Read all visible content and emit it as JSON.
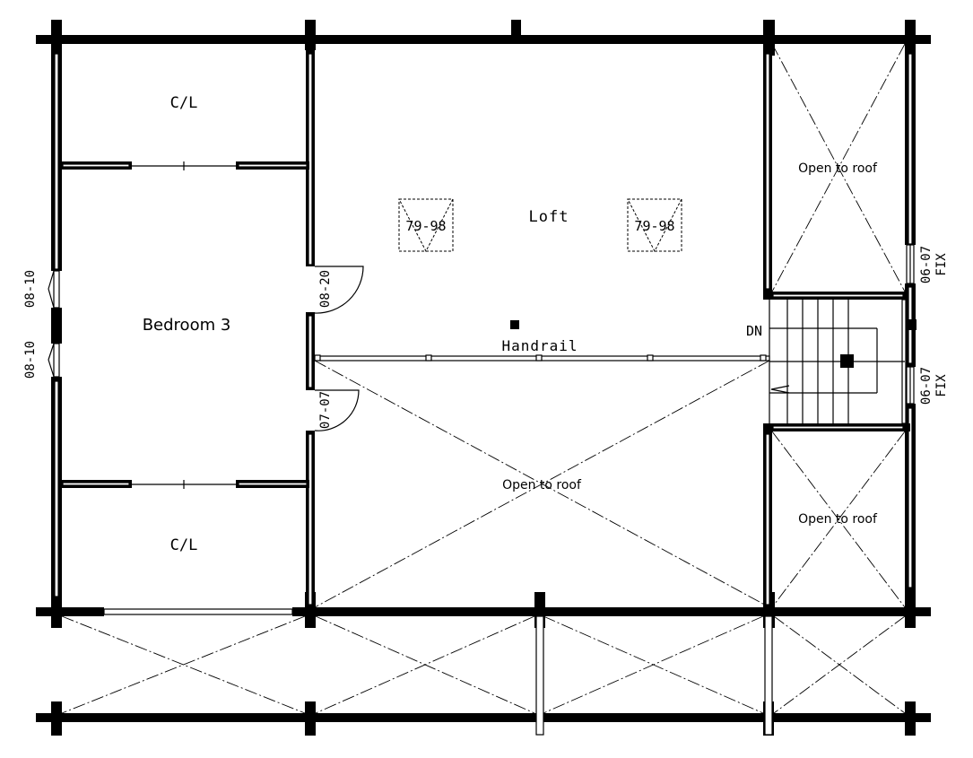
{
  "rooms": {
    "closet_top": "C/L",
    "closet_bottom": "C/L",
    "bedroom": "Bedroom 3",
    "loft": "Loft",
    "open_roof_top_right": "Open to roof",
    "open_roof_center": "Open to roof",
    "open_roof_bottom_right": "Open to roof"
  },
  "labels": {
    "handrail": "Handrail",
    "stairs_down": "DN",
    "skylight_left": "79-98",
    "skylight_right": "79-98",
    "door_bedroom": "08-20",
    "door_closet": "07-07",
    "window_left_upper": "08-10",
    "window_left_lower": "08-10",
    "window_right_upper": "06-07",
    "window_right_upper_type": "FIX",
    "window_right_lower": "06-07",
    "window_right_lower_type": "FIX"
  }
}
